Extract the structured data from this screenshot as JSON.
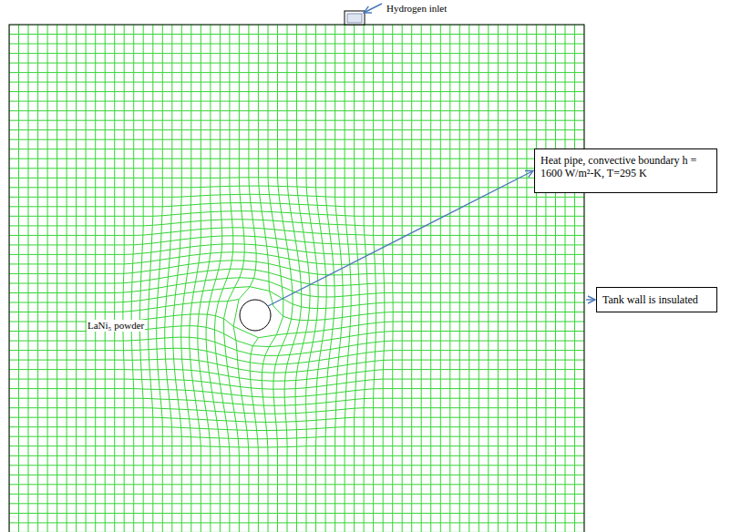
{
  "diagram": {
    "nodes": [
      {
        "text": [
          "Heat pipe, convective boundary h = 1600 W/m²-K, T=295 K"
        ]
      },
      {
        "text": [
          "Tank wall is insulated"
        ]
      }
    ],
    "labels": [
      "Hydrogen inlet",
      "LaNi₅ powder"
    ]
  }
}
